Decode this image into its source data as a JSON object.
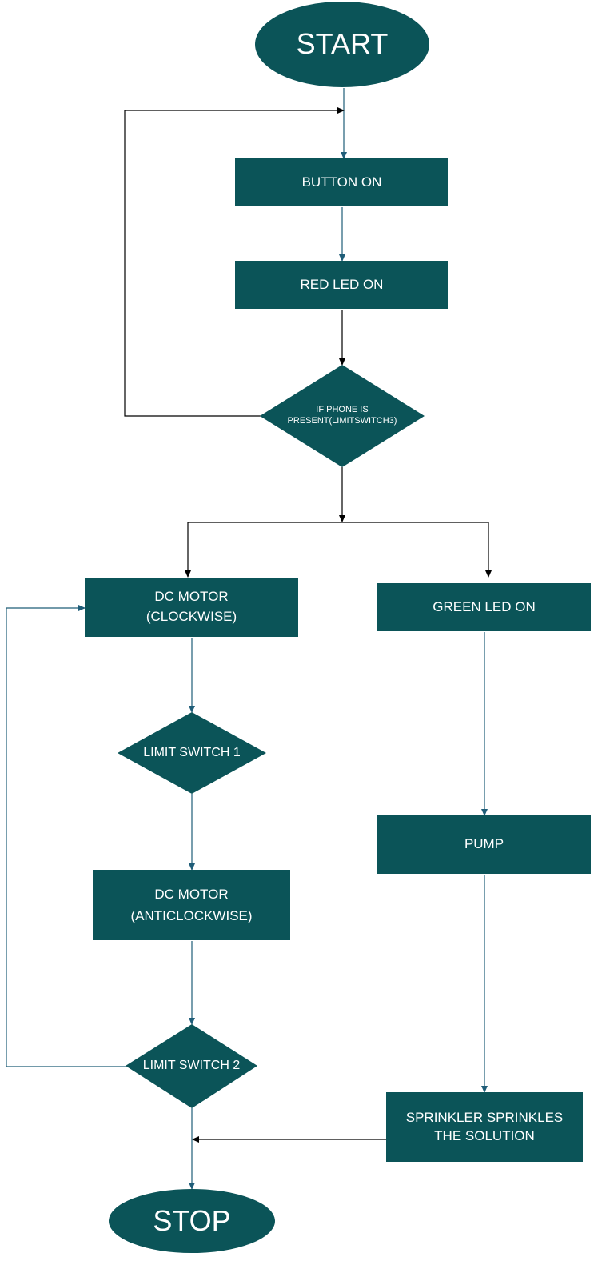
{
  "colors": {
    "node_fill": "#0b5458",
    "node_text": "#ffffff",
    "connector_black": "#000000",
    "connector_teal": "#1f5d78"
  },
  "nodes": {
    "start": "START",
    "button_on": "BUTTON ON",
    "red_led_on": "RED LED ON",
    "if_phone_present": "IF PHONE IS\nPRESENT(LIMITSWITCH3)",
    "dc_motor_clockwise": "DC MOTOR\n(CLOCKWISE)",
    "green_led_on": "GREEN LED ON",
    "limit_switch_1": "LIMIT SWITCH 1",
    "pump": "PUMP",
    "dc_motor_anticlockwise": "DC MOTOR\n(ANTICLOCKWISE)",
    "limit_switch_2": "LIMIT SWITCH 2",
    "sprinkler": "SPRINKLER SPRINKLES\nTHE SOLUTION",
    "stop": "STOP"
  }
}
